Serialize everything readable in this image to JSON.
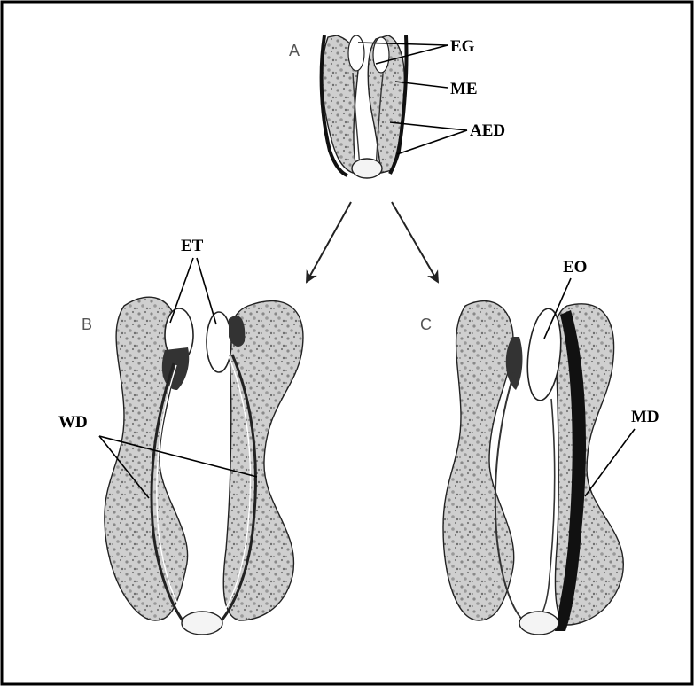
{
  "panels": {
    "a": {
      "letter": "A"
    },
    "b": {
      "letter": "B"
    },
    "c": {
      "letter": "C"
    }
  },
  "labels": {
    "eg": "EG",
    "me": "ME",
    "aed": "AED",
    "et": "ET",
    "wd": "WD",
    "eo": "EO",
    "md": "MD"
  },
  "colors": {
    "ink": "#000000",
    "tissue": "#cfcfcf",
    "tissue_dark": "#8a8a8a",
    "duct_dark": "#1a1a1a",
    "background": "#ffffff"
  }
}
